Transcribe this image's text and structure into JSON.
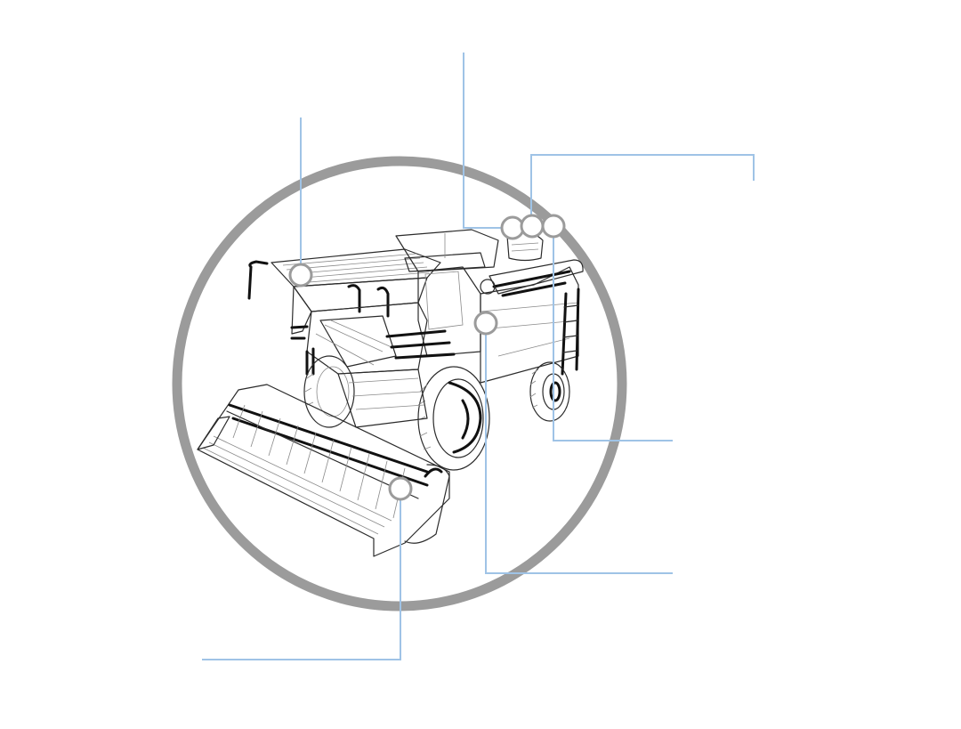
{
  "diagram": {
    "colors": {
      "background": "#ffffff",
      "frame_ring": "#9b9b9b",
      "leader_line": "#9fc3e6",
      "marker_stroke": "#9b9b9b",
      "marker_fill": "#ffffff",
      "illustration_ink": "#2b2b2b"
    },
    "illustration": {
      "icon": "combine-harvester-icon"
    },
    "callouts": [
      {
        "id": "grain-tank",
        "label": ""
      },
      {
        "id": "cab-top",
        "label": ""
      },
      {
        "id": "engine-upper",
        "label": ""
      },
      {
        "id": "rear-wheel",
        "label": ""
      },
      {
        "id": "front-drive-wheel",
        "label": ""
      },
      {
        "id": "header",
        "label": ""
      }
    ]
  }
}
